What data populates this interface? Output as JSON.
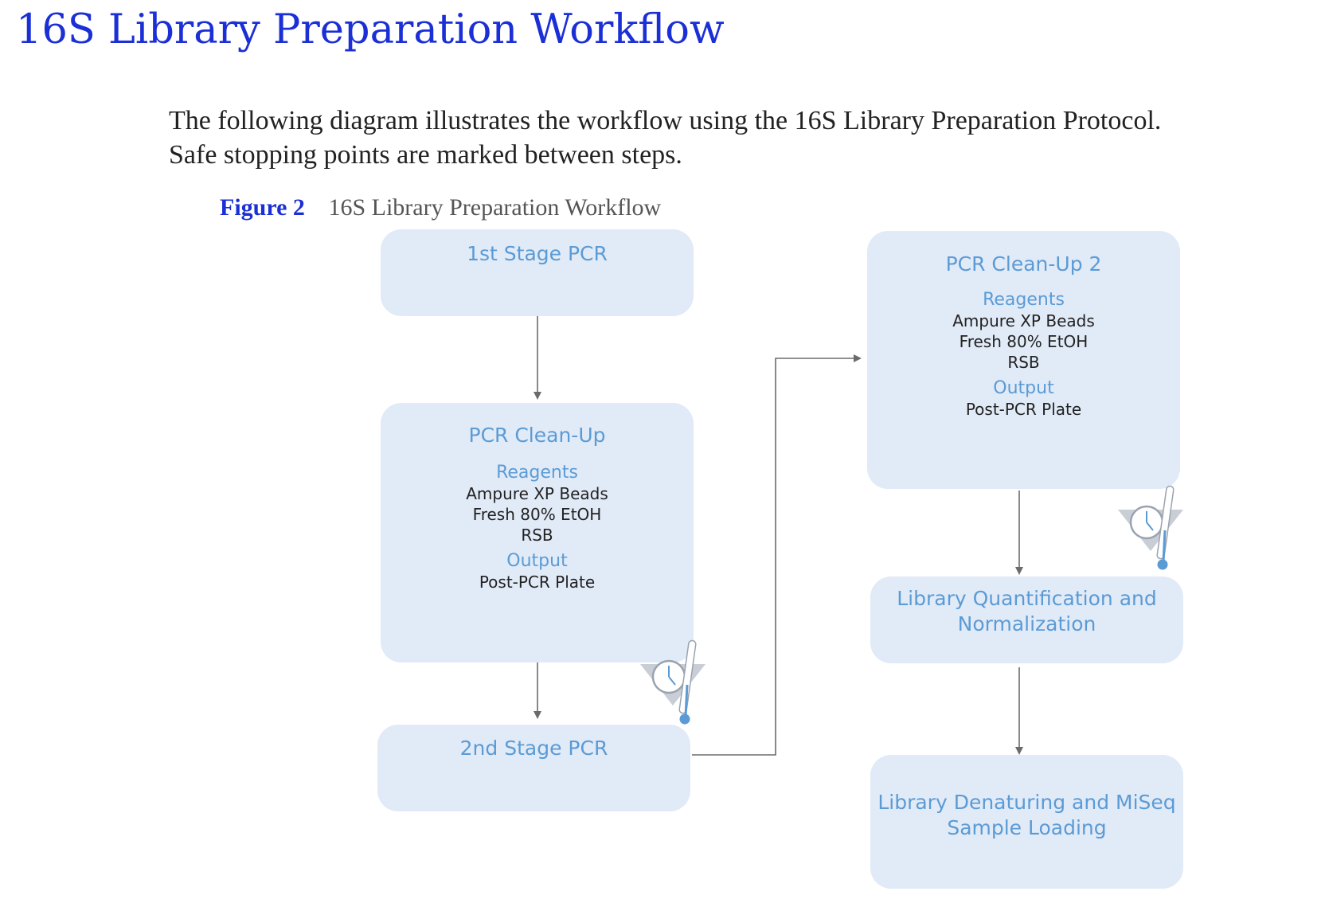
{
  "page": {
    "title": "16S Library Preparation Workflow",
    "intro_line1": "The following diagram illustrates the workflow using the 16S Library Preparation Protocol.",
    "intro_line2": "Safe stopping points are marked between steps."
  },
  "figure": {
    "number": "Figure 2",
    "caption": "16S Library Preparation Workflow"
  },
  "steps": {
    "stage1": {
      "title": "1st Stage PCR"
    },
    "cleanup1": {
      "title": "PCR Clean-Up",
      "reagents_label": "Reagents",
      "reagents": [
        "Ampure XP Beads",
        "Fresh 80% EtOH",
        "RSB"
      ],
      "output_label": "Output",
      "output": "Post-PCR Plate"
    },
    "stage2": {
      "title": "2nd Stage PCR"
    },
    "cleanup2": {
      "title": "PCR Clean-Up 2",
      "reagents_label": "Reagents",
      "reagents": [
        "Ampure XP Beads",
        "Fresh 80% EtOH",
        "RSB"
      ],
      "output_label": "Output",
      "output": "Post-PCR Plate"
    },
    "quant": {
      "title_line1": "Library Quantification and",
      "title_line2": "Normalization"
    },
    "denature": {
      "title_line1": "Library Denaturing and MiSeq",
      "title_line2": "Sample Loading"
    }
  },
  "icons": {
    "stop_point": "safe-stopping-point-icon",
    "colors": {
      "box_fill": "#e1eaf7",
      "box_text": "#5b9bd5",
      "arrow": "#6b6b6b",
      "title": "#1b2fd6"
    }
  }
}
